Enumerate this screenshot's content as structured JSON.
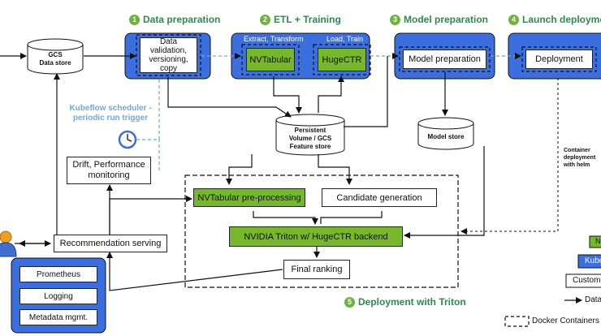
{
  "steps": [
    {
      "num": "1",
      "title": "Data preparation"
    },
    {
      "num": "2",
      "title": "ETL + Training"
    },
    {
      "num": "3",
      "title": "Model preparation"
    },
    {
      "num": "4",
      "title": "Launch deployment"
    },
    {
      "num": "5",
      "title": "Deployment with Triton"
    }
  ],
  "gcs": {
    "line1": "GCS",
    "line2": "Data store"
  },
  "data_validation": {
    "l1": "Data",
    "l2": "validation,",
    "l3": "versioning,",
    "l4": "copy"
  },
  "etl": {
    "extract_label": "Extract, Transform",
    "load_label": "Load, Train",
    "nvtabular": "NVTabular",
    "hugectr": "HugeCTR"
  },
  "model_prep": {
    "label": "Model preparation"
  },
  "deployment": {
    "label": "Deployment"
  },
  "persistent": {
    "l1": "Persistent",
    "l2": "Volume / GCS",
    "l3": "Feature store"
  },
  "model_store": {
    "label": "Model store"
  },
  "scheduler": {
    "l1": "Kubeflow scheduler -",
    "l2": "periodic run trigger"
  },
  "drift": {
    "l1": "Drift, Performance",
    "l2": "monitoring"
  },
  "nvt_pre": {
    "label": "NVTabular pre-processing"
  },
  "candidate": {
    "label": "Candidate generation"
  },
  "triton": {
    "label": "NVIDIA Triton w/ HugeCTR backend"
  },
  "final_ranking": {
    "label": "Final ranking"
  },
  "rec_serving": {
    "label": "Recommendation serving"
  },
  "container_deploy": {
    "l1": "Container",
    "l2": "deployment",
    "l3": "with helm"
  },
  "monitoring": {
    "prometheus": "Prometheus",
    "logging": "Logging",
    "metadata": "Metadata mgmt."
  },
  "legend": {
    "g": "N",
    "kube": "Kube",
    "custom": "Custom",
    "data": "Data",
    "docker": "Docker Containers"
  },
  "colors": {
    "blue": "#3b6fe0",
    "green": "#76b82a",
    "step_green": "#2f8a4c",
    "dashed_blue": "#6fa8dc"
  }
}
